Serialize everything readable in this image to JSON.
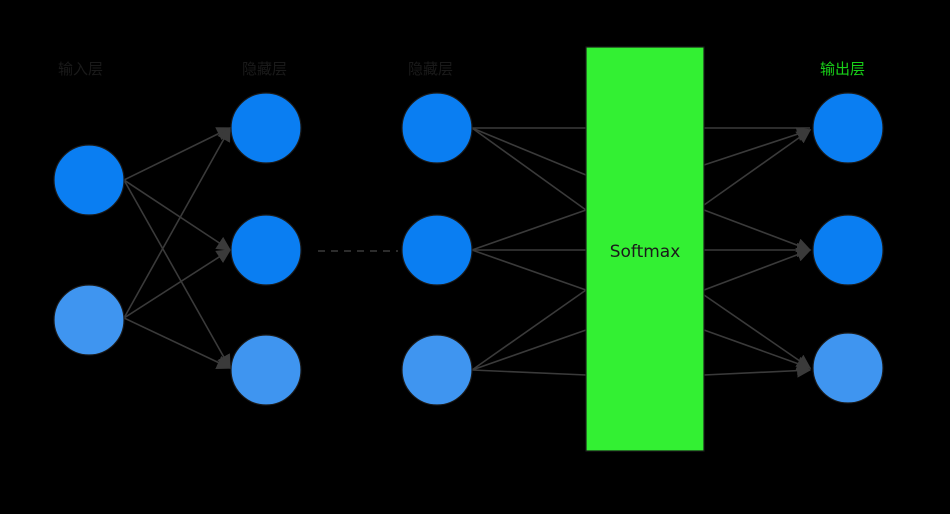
{
  "labels": {
    "input_layer": "输入层",
    "hidden_layer_1": "隐藏层",
    "hidden_layer_n": "隐藏层",
    "output_layer": "输出层"
  },
  "softmax": {
    "label": "Softmax",
    "color": "#33f033"
  },
  "colors": {
    "node_primary": "#0a7ef2",
    "node_light": "#3f95f0",
    "output_label": "#18d018",
    "edge": "#3a3a3a"
  },
  "layers": {
    "input_count": 2,
    "hidden_count": 3,
    "output_count": 3
  }
}
